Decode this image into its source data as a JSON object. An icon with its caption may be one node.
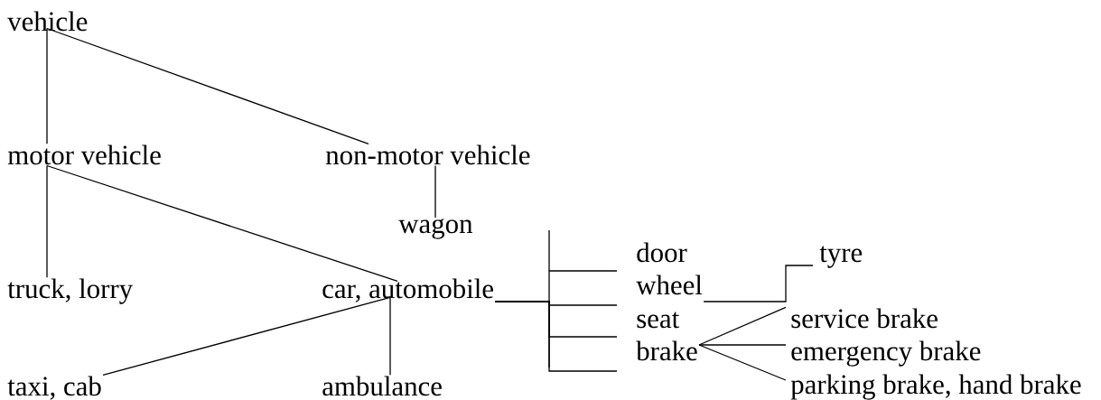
{
  "diagram": {
    "nodes": [
      {
        "text": [
          "vehicle"
        ]
      },
      {
        "text": [
          "motor vehicle"
        ]
      },
      {
        "text": [
          "non-motor vehicle"
        ]
      },
      {
        "text": [
          "wagon"
        ]
      },
      {
        "text": [
          "truck, lorry"
        ]
      },
      {
        "text": [
          "car, automobile"
        ]
      },
      {
        "text": [
          "taxi, cab"
        ]
      },
      {
        "text": [
          "ambulance"
        ]
      },
      {
        "text": [
          "door"
        ]
      },
      {
        "text": [
          "wheel"
        ]
      },
      {
        "text": [
          "seat"
        ]
      },
      {
        "text": [
          "brake"
        ]
      },
      {
        "text": [
          "tyre"
        ]
      },
      {
        "text": [
          "service brake"
        ]
      },
      {
        "text": [
          "emergency brake"
        ]
      },
      {
        "text": [
          "parking brake, hand brake"
        ]
      }
    ],
    "edges": [
      {
        "from": 0,
        "to": 1,
        "arrow": "none"
      },
      {
        "from": 0,
        "to": 2,
        "arrow": "none"
      },
      {
        "from": 1,
        "to": 4,
        "arrow": "none"
      },
      {
        "from": 1,
        "to": 5,
        "arrow": "none"
      },
      {
        "from": 2,
        "to": 3,
        "arrow": "none"
      },
      {
        "from": 5,
        "to": 6,
        "arrow": "none"
      },
      {
        "from": 5,
        "to": 7,
        "arrow": "none"
      },
      {
        "from": 5,
        "to": 8,
        "arrow": "none"
      },
      {
        "from": 5,
        "to": 9,
        "arrow": "none"
      },
      {
        "from": 5,
        "to": 10,
        "arrow": "none"
      },
      {
        "from": 5,
        "to": 11,
        "arrow": "none"
      },
      {
        "from": 9,
        "to": 12,
        "arrow": "none"
      },
      {
        "from": 11,
        "to": 13,
        "arrow": "none"
      },
      {
        "from": 11,
        "to": 14,
        "arrow": "none"
      },
      {
        "from": 11,
        "to": 15,
        "arrow": "none"
      }
    ]
  }
}
